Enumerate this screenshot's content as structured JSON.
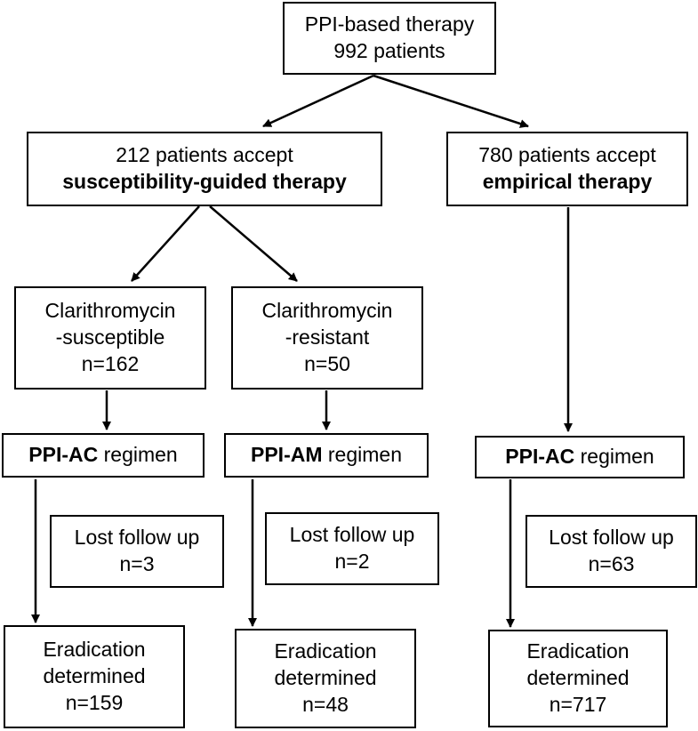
{
  "nodes": {
    "root": {
      "line1": "PPI-based therapy",
      "line2": "992 patients"
    },
    "guided": {
      "line1": "212 patients accept",
      "line2": "susceptibility-guided therapy"
    },
    "empirical": {
      "line1": "780 patients accept",
      "line2": "empirical therapy"
    },
    "susceptible": {
      "line1": "Clarithromycin",
      "line2": "-susceptible",
      "line3": "n=162"
    },
    "resistant": {
      "line1": "Clarithromycin",
      "line2": "-resistant",
      "line3": "n=50"
    },
    "regimen_ac_1": {
      "bold": "PPI-AC",
      "rest": " regimen"
    },
    "regimen_am": {
      "bold": "PPI-AM",
      "rest": " regimen"
    },
    "regimen_ac_2": {
      "bold": "PPI-AC",
      "rest": " regimen"
    },
    "lost_1": {
      "line1": "Lost follow up",
      "line2": "n=3"
    },
    "lost_2": {
      "line1": "Lost follow up",
      "line2": "n=2"
    },
    "lost_3": {
      "line1": "Lost follow up",
      "line2": "n=63"
    },
    "erad_1": {
      "line1": "Eradication",
      "line2": "determined",
      "line3": "n=159"
    },
    "erad_2": {
      "line1": "Eradication",
      "line2": "determined",
      "line3": "n=48"
    },
    "erad_3": {
      "line1": "Eradication",
      "line2": "determined",
      "line3": "n=717"
    }
  }
}
